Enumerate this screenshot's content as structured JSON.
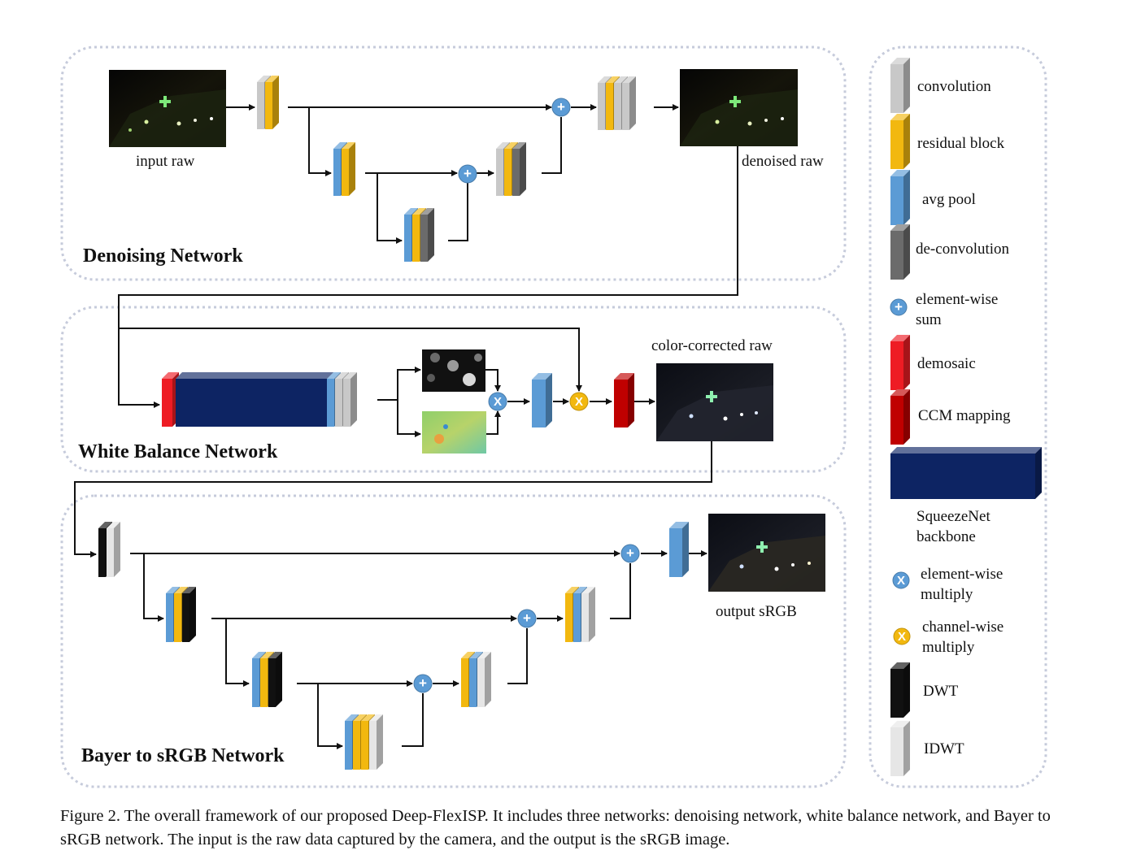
{
  "diagram": {
    "sections": [
      {
        "title": "Denoising Network"
      },
      {
        "title": "White Balance Network"
      },
      {
        "title": "Bayer to sRGB Network"
      }
    ],
    "labels": {
      "input_raw": "input raw",
      "denoised_raw": "denoised raw",
      "color_corrected_raw": "color-corrected raw",
      "output_srgb": "output sRGB"
    },
    "op_symbols": {
      "sum": "+",
      "multiply": "X"
    }
  },
  "legend": [
    {
      "key": "convolution",
      "lines": [
        "convolution"
      ],
      "color": "#c8c8c8"
    },
    {
      "key": "residual",
      "lines": [
        "residual block"
      ],
      "color": "#f2b80f"
    },
    {
      "key": "avgpool",
      "lines": [
        "avg pool"
      ],
      "color": "#5b9bd5"
    },
    {
      "key": "deconv",
      "lines": [
        "de-convolution"
      ],
      "color": "#6b6b6b"
    },
    {
      "key": "sum",
      "lines": [
        "element-wise",
        "sum"
      ],
      "color": "#5b9bd5"
    },
    {
      "key": "demosaic",
      "lines": [
        "demosaic"
      ],
      "color": "#ee1c24"
    },
    {
      "key": "ccm",
      "lines": [
        "CCM mapping"
      ],
      "color": "#c00000"
    },
    {
      "key": "squeezenet",
      "lines": [
        "SqueezeNet",
        "backbone"
      ],
      "color": "#0d2463"
    },
    {
      "key": "emult",
      "lines": [
        "element-wise",
        "multiply"
      ],
      "color": "#5b9bd5"
    },
    {
      "key": "cmult",
      "lines": [
        "channel-wise",
        "multiply"
      ],
      "color": "#f2b80f"
    },
    {
      "key": "dwt",
      "lines": [
        "DWT"
      ],
      "color": "#111111"
    },
    {
      "key": "idwt",
      "lines": [
        "IDWT"
      ],
      "color": "#e6e6e6"
    }
  ],
  "caption": "Figure 2.  The overall framework of our proposed Deep-FlexISP. It includes three networks: denoising network, white balance network, and Bayer to sRGB network. The input is the raw data captured by the camera, and the output is the sRGB image."
}
